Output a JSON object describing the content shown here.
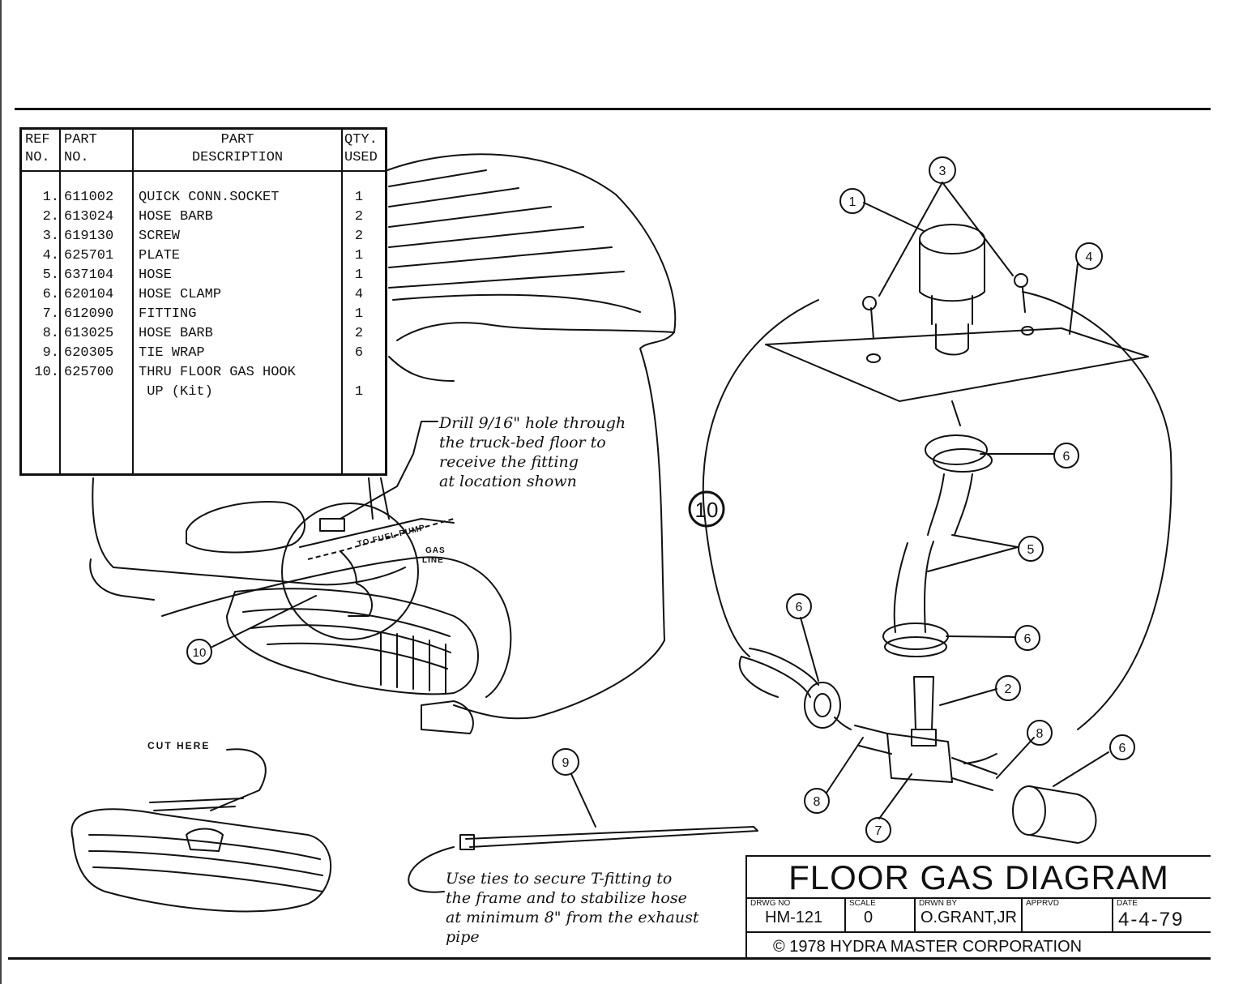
{
  "table": {
    "headers": {
      "ref_1": "REF",
      "ref_2": "NO.",
      "part_1": "PART",
      "part_2": "NO.",
      "desc_1": "PART",
      "desc_2": "DESCRIPTION",
      "qty_1": "QTY.",
      "qty_2": "USED"
    },
    "rows": [
      {
        "ref": "1.",
        "part": "611002",
        "desc": "QUICK CONN.SOCKET",
        "qty": "1"
      },
      {
        "ref": "2.",
        "part": "613024",
        "desc": "HOSE BARB",
        "qty": "2"
      },
      {
        "ref": "3.",
        "part": "619130",
        "desc": "SCREW",
        "qty": "2"
      },
      {
        "ref": "4.",
        "part": "625701",
        "desc": "PLATE",
        "qty": "1"
      },
      {
        "ref": "5.",
        "part": "637104",
        "desc": "HOSE",
        "qty": "1"
      },
      {
        "ref": "6.",
        "part": "620104",
        "desc": "HOSE CLAMP",
        "qty": "4"
      },
      {
        "ref": "7.",
        "part": "612090",
        "desc": "FITTING",
        "qty": "1"
      },
      {
        "ref": "8.",
        "part": "613025",
        "desc": "HOSE BARB",
        "qty": "2"
      },
      {
        "ref": "9.",
        "part": "620305",
        "desc": "TIE WRAP",
        "qty": "6"
      },
      {
        "ref": "10.",
        "part": "625700",
        "desc": "THRU FLOOR GAS HOOK",
        "qty": ""
      },
      {
        "ref": "",
        "part": "",
        "desc": " UP (Kit)",
        "qty": "1"
      }
    ]
  },
  "notes": {
    "drill": "Drill 9/16\" hole through\nthe truck-bed floor to\nreceive the fitting\nat location shown",
    "ties": "Use ties to secure T-fitting to\nthe frame and to stabilize hose\nat minimum 8\" from the exhaust\npipe"
  },
  "labels": {
    "to_fuel_pump": "TO FUEL PUMP",
    "gas_line_1": "GAS",
    "gas_line_2": "LINE",
    "cut_here": "CUT HERE"
  },
  "callouts": {
    "c1": "1",
    "c2": "2",
    "c3": "3",
    "c4": "4",
    "c5": "5",
    "c6": "6",
    "c7": "7",
    "c8": "8",
    "c9": "9",
    "c10": "10"
  },
  "title_block": {
    "title": "FLOOR GAS DIAGRAM",
    "drwg_no_label": "DRWG NO",
    "drwg_no": "HM-121",
    "scale_label": "SCALE",
    "scale": "0",
    "drwn_by_label": "DRWN BY",
    "drwn_by": "O.GRANT,JR",
    "apprvd_label": "APPRVD",
    "apprvd": "",
    "date_label": "DATE",
    "date": "4-4-79",
    "copyright": "© 1978   HYDRA MASTER CORPORATION"
  }
}
